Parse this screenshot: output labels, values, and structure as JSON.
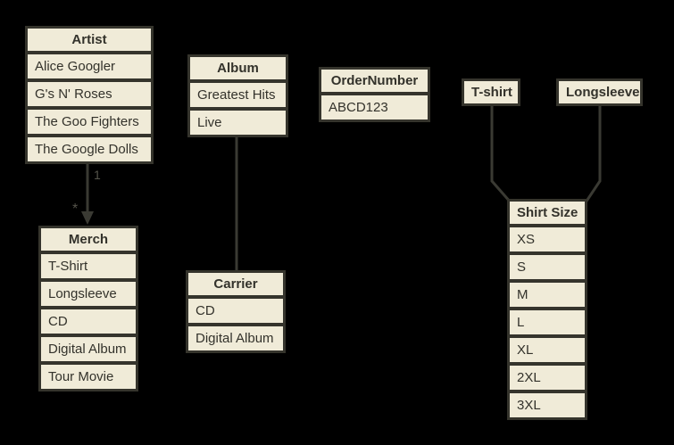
{
  "theme": {
    "background": "#000000",
    "box_fill": "#f0ebd8",
    "box_border": "#35342c",
    "text_color": "#33322b",
    "line_color": "#3a3a33",
    "connector_label_color": "#55544b"
  },
  "boxes": {
    "artist": {
      "title": "Artist",
      "rows": [
        "Alice Googler",
        "G's N' Roses",
        "The Goo Fighters",
        "The Google Dolls"
      ]
    },
    "album": {
      "title": "Album",
      "rows": [
        "Greatest Hits",
        "Live"
      ]
    },
    "order_number": {
      "title": "OrderNumber",
      "rows": [
        "ABCD123"
      ]
    },
    "tshirt": {
      "title": "T-shirt",
      "rows": []
    },
    "longsleeve": {
      "title": "Longsleeve",
      "rows": []
    },
    "merch": {
      "title": "Merch",
      "rows": [
        "T-Shirt",
        "Longsleeve",
        "CD",
        "Digital Album",
        "Tour Movie"
      ]
    },
    "carrier": {
      "title": "Carrier",
      "rows": [
        "CD",
        "Digital Album"
      ]
    },
    "shirt_size": {
      "title": "Shirt Size",
      "rows": [
        "XS",
        "S",
        "M",
        "L",
        "XL",
        "2XL",
        "3XL"
      ]
    }
  },
  "connectors": {
    "artist_to_merch": {
      "from": "Artist",
      "to": "Merch",
      "source_label": "1",
      "target_label": "*"
    },
    "album_to_carrier": {
      "from": "Album",
      "to": "Carrier"
    },
    "tshirt_to_shirt_size": {
      "from": "T-shirt",
      "to": "Shirt Size"
    },
    "longsleeve_to_shirt_size": {
      "from": "Longsleeve",
      "to": "Shirt Size"
    }
  }
}
